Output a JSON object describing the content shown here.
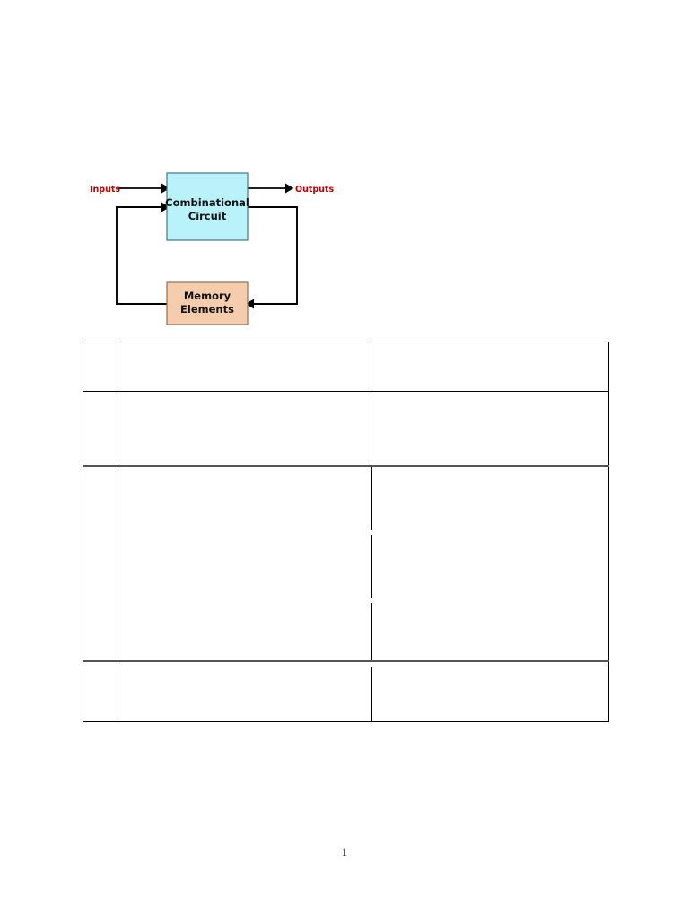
{
  "document": {
    "page_number": "1",
    "background_color": "#ffffff"
  },
  "figure": {
    "name": "sequential-circuit-block-diagram",
    "blocks": [
      {
        "id": "combinational",
        "line1": "Combinational",
        "line2": "Circuit",
        "fill": "#b9f2fa",
        "stroke": "#3d7a86"
      },
      {
        "id": "memory",
        "line1": "Memory",
        "line2": "Elements",
        "fill": "#f5ccac",
        "stroke": "#9a6b4a"
      }
    ],
    "labels": {
      "inputs": "Inputs",
      "outputs": "Outputs",
      "label_color": "#c00000"
    },
    "wire_color": "#000000"
  },
  "table": {
    "name": "content-table",
    "columns": 3,
    "rows": [
      {
        "num": "",
        "middle": "",
        "right": ""
      },
      {
        "num": "",
        "middle": "",
        "right": ""
      },
      {
        "num": "",
        "middle": "",
        "right": ""
      },
      {
        "num": "",
        "middle": "",
        "right": ""
      }
    ]
  }
}
